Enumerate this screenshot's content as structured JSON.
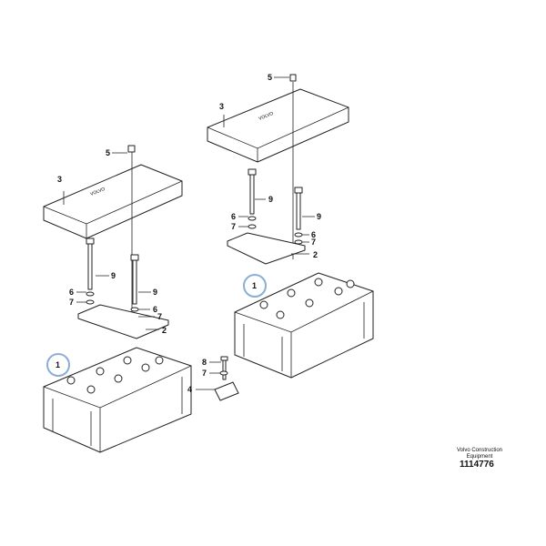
{
  "callouts": {
    "c1a": "1",
    "c1b": "1",
    "c2a": "2",
    "c2b": "2",
    "c3a": "3",
    "c3b": "3",
    "c4": "4",
    "c5a": "5",
    "c5b": "5",
    "c6a": "6",
    "c6b": "6",
    "c6c": "6",
    "c6d": "6",
    "c7a": "7",
    "c7b": "7",
    "c7c": "7",
    "c7d": "7",
    "c7e": "7",
    "c8": "8",
    "c9a": "9",
    "c9b": "9",
    "c9c": "9",
    "c9d": "9"
  },
  "cover_logo": "VOLVO",
  "credit": {
    "line1": "Volvo Construction",
    "line2": "Equipment"
  },
  "part_number": "1114776",
  "colors": {
    "highlight": "#8aaed6",
    "line": "#222222"
  }
}
